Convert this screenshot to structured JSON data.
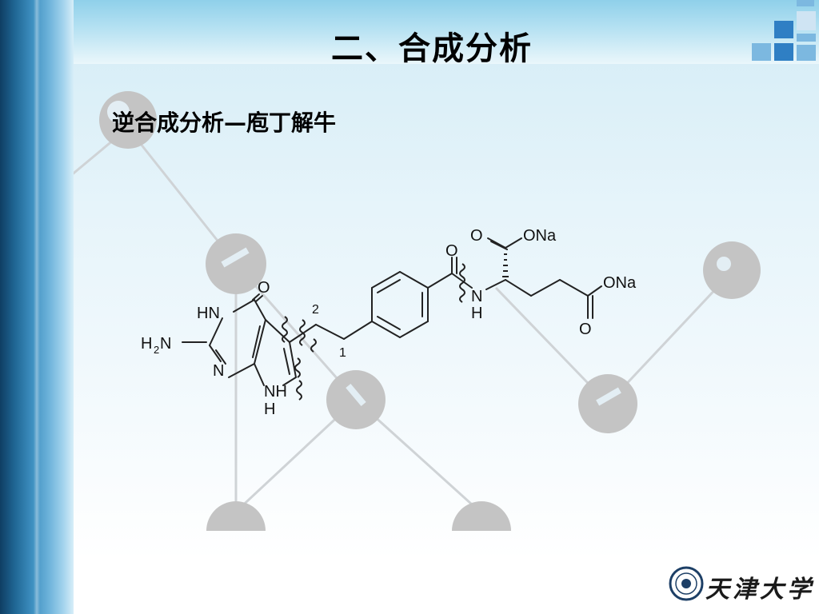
{
  "slide": {
    "title": "二、合成分析",
    "subtitle": "逆合成分析—庖丁解牛"
  },
  "molecule": {
    "labels": {
      "o_top1": "O",
      "ona_top": "ONa",
      "o_amide": "O",
      "nh_n": "N",
      "nh_h": "H",
      "ona_right": "ONa",
      "o_right": "O",
      "o_left": "O",
      "hn": "HN",
      "h2n_h": "H",
      "h2n_sub": "2",
      "h2n_n": "N",
      "n_ring": "N",
      "nh_pyrrole_n": "NH",
      "nh_pyrrole_h": "H",
      "bond_num_1": "1",
      "bond_num_2": "2"
    }
  },
  "footer": {
    "university_name": "天津大学"
  },
  "colors": {
    "accent_blue": "#2f7fc4",
    "light_blue": "#7cb8e0",
    "decor_gray": "#c9c9c9"
  }
}
